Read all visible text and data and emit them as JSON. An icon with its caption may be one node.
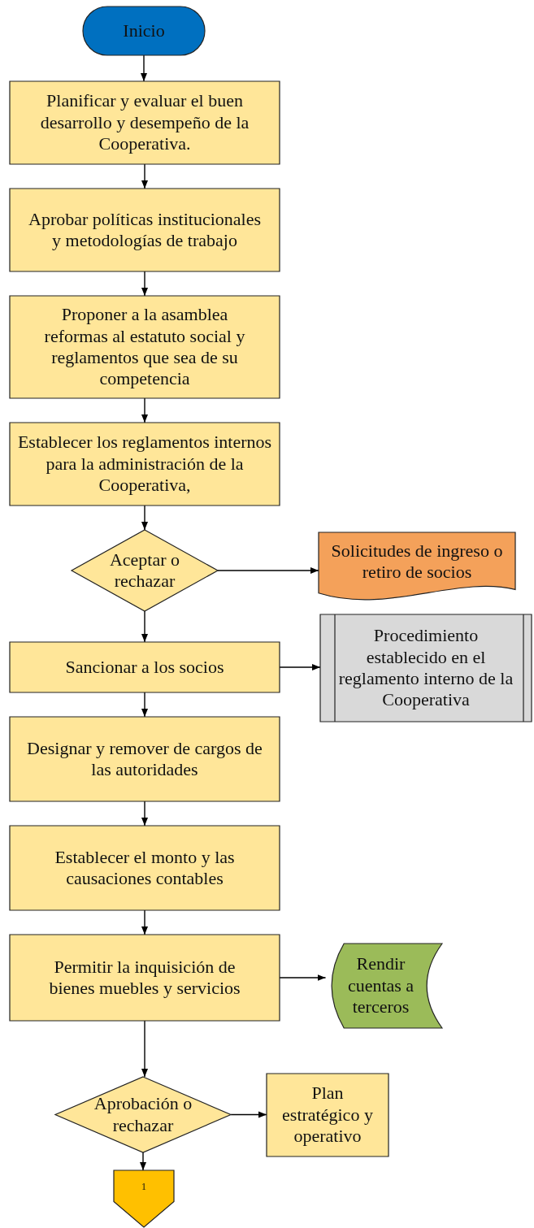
{
  "diagram": {
    "nodes": [
      {
        "text": [
          "Inicio"
        ]
      },
      {
        "text": [
          "Planificar y evaluar el buen desarrollo y desempeño de la Cooperativa."
        ]
      },
      {
        "text": [
          "Aprobar políticas institucionales y metodologías de trabajo"
        ]
      },
      {
        "text": [
          "Proponer a la asamblea reformas al estatuto social y reglamentos que sea de su competencia"
        ]
      },
      {
        "text": [
          "Establecer los reglamentos internos para la administración de la Cooperativa,"
        ]
      },
      {
        "text": [
          "Aceptar o rechazar"
        ]
      },
      {
        "text": [
          "Solicitudes de ingreso o retiro de socios"
        ]
      },
      {
        "text": [
          "Sancionar a los socios"
        ]
      },
      {
        "text": [
          "Procedimiento establecido en el reglamento interno de la Cooperativa"
        ]
      },
      {
        "text": [
          "Designar y remover de cargos de las autoridades"
        ]
      },
      {
        "text": [
          "Establecer el monto y las causaciones contables"
        ]
      },
      {
        "text": [
          "Permitir la inquisición de bienes muebles y servicios"
        ]
      },
      {
        "text": [
          "Rendir cuentas a terceros"
        ]
      },
      {
        "text": [
          "Aprobación o rechazar"
        ]
      },
      {
        "text": [
          "Plan estratégico y operativo"
        ]
      },
      {
        "text": [
          "1"
        ]
      }
    ],
    "edges": [
      {
        "from": 0,
        "to": 1,
        "arrow": "to"
      },
      {
        "from": 1,
        "to": 2,
        "arrow": "to"
      },
      {
        "from": 2,
        "to": 3,
        "arrow": "to"
      },
      {
        "from": 3,
        "to": 4,
        "arrow": "to"
      },
      {
        "from": 4,
        "to": 5,
        "arrow": "to"
      },
      {
        "from": 5,
        "to": 6,
        "arrow": "to"
      },
      {
        "from": 5,
        "to": 7,
        "arrow": "to"
      },
      {
        "from": 7,
        "to": 8,
        "arrow": "to"
      },
      {
        "from": 7,
        "to": 9,
        "arrow": "to"
      },
      {
        "from": 9,
        "to": 10,
        "arrow": "to"
      },
      {
        "from": 10,
        "to": 11,
        "arrow": "to"
      },
      {
        "from": 11,
        "to": 12,
        "arrow": "to"
      },
      {
        "from": 11,
        "to": 13,
        "arrow": "to"
      },
      {
        "from": 13,
        "to": 14,
        "arrow": "to"
      },
      {
        "from": 13,
        "to": 15,
        "arrow": "to"
      }
    ]
  }
}
